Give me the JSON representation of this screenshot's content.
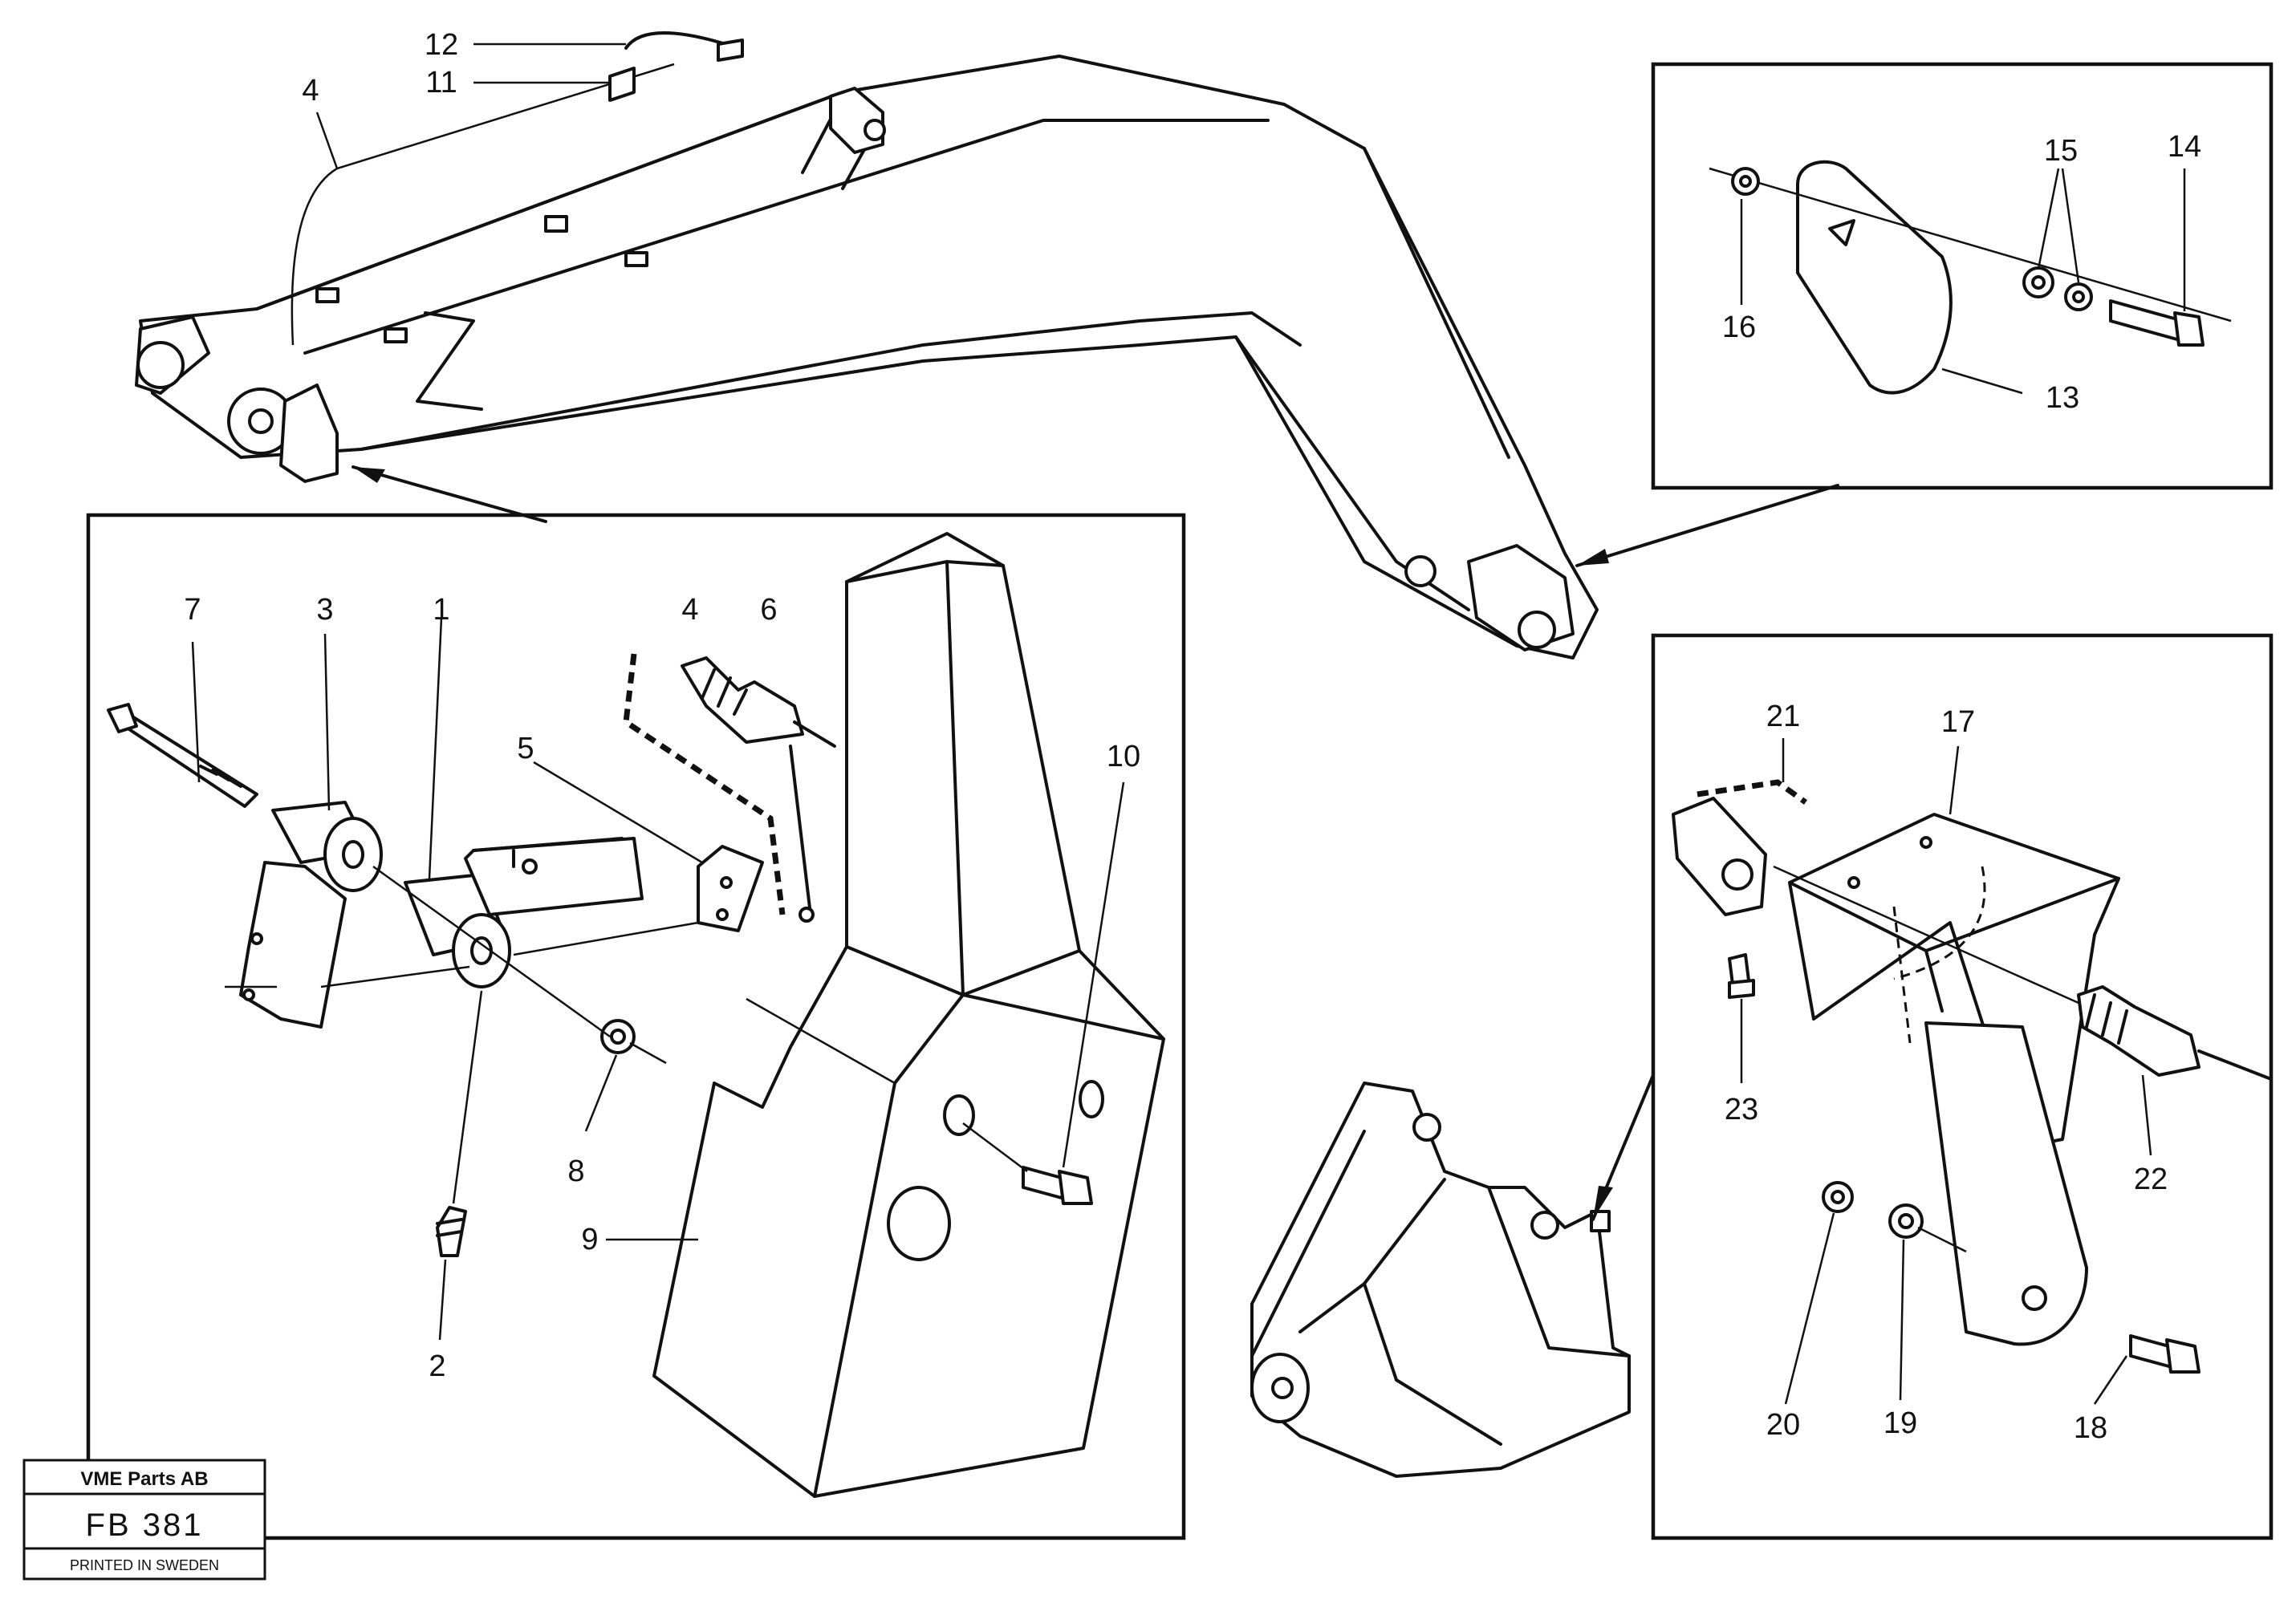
{
  "callouts": {
    "c1": "1",
    "c2": "2",
    "c3": "3",
    "c4_top": "4",
    "c4": "4",
    "c5": "5",
    "c6": "6",
    "c7": "7",
    "c8": "8",
    "c9": "9",
    "c10": "10",
    "c11": "11",
    "c12": "12",
    "c13": "13",
    "c14": "14",
    "c15": "15",
    "c16": "16",
    "c17": "17",
    "c18": "18",
    "c19": "19",
    "c20": "20",
    "c21": "21",
    "c22": "22",
    "c23": "23"
  },
  "title_block": {
    "company": "VME Parts AB",
    "drawing_number": "FB 381",
    "printed": "PRINTED IN SWEDEN"
  }
}
